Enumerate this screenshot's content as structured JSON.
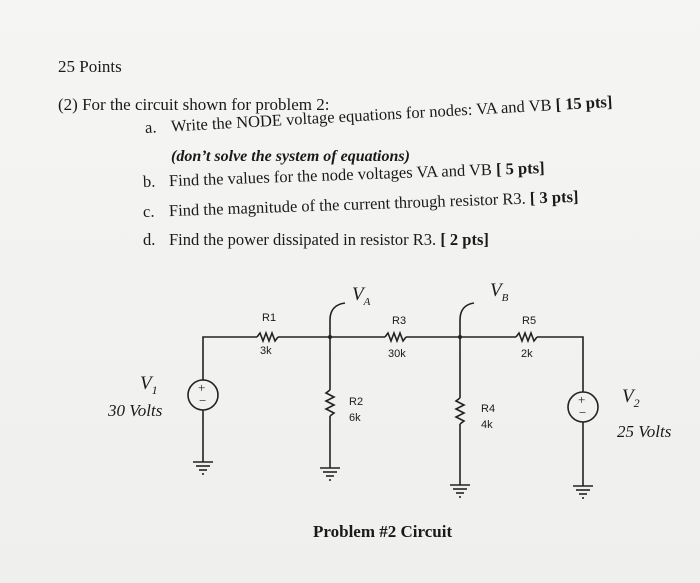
{
  "header": {
    "points": "25 Points",
    "intro": "(2) For the circuit shown for problem 2:"
  },
  "questions": [
    {
      "label": "a.",
      "text": "Write the NODE voltage equations for nodes: VA and VB",
      "points": "[ 15 pts]",
      "note": "(don’t solve the system of equations)"
    },
    {
      "label": "b.",
      "text": "Find the values for the node voltages VA and VB",
      "points": "[ 5 pts]"
    },
    {
      "label": "c.",
      "text": "Find the magnitude of the current through resistor R3.",
      "points": "[ 3 pts]"
    },
    {
      "label": "d.",
      "text": "Find the power dissipated in resistor R3.",
      "points": "[ 2 pts]"
    }
  ],
  "circuit": {
    "caption": "Problem #2 Circuit",
    "nodes": {
      "va": "V",
      "va_sub": "A",
      "vb": "V",
      "vb_sub": "B"
    },
    "sources": [
      {
        "name": "V",
        "sub": "1",
        "value": "30 Volts",
        "plus": "+",
        "minus": "−"
      },
      {
        "name": "V",
        "sub": "2",
        "value": "25 Volts",
        "plus": "+",
        "minus": "−"
      }
    ],
    "resistors": [
      {
        "name": "R1",
        "value": "3k"
      },
      {
        "name": "R2",
        "value": "6k"
      },
      {
        "name": "R3",
        "value": "30k"
      },
      {
        "name": "R4",
        "value": "4k"
      },
      {
        "name": "R5",
        "value": "2k"
      }
    ]
  }
}
